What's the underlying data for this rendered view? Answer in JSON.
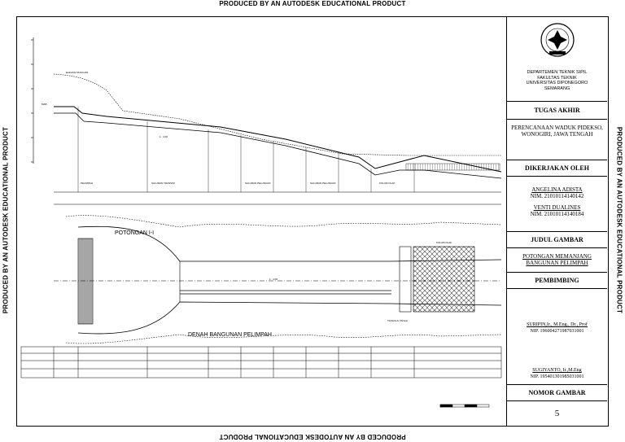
{
  "watermark": "PRODUCED BY AN AUTODESK EDUCATIONAL PRODUCT",
  "drawing": {
    "section_title": "POTONGAN I-I",
    "plan_title": "DENAH BANGUNAN PELIMPAH",
    "profile_labels": [
      "ELEVASI MUKA AIR",
      "MAB",
      "SALURAN TRANSISI",
      "SALURAN PELUNCUR",
      "SALURAN PELUNCUR",
      "KOLAM OLAK",
      "PELIMPAH"
    ],
    "slope_labels": [
      "1 : 4,00",
      "1 : 4,00"
    ],
    "plan_labels": [
      "KOLAM OLAK",
      "TANGGUL TANAH"
    ]
  },
  "title_block": {
    "institution": [
      "DEPARTEMEN TEKNIK SIPIL",
      "FAKULTAS TEKNIK",
      "UNIVERSITAS DIPONEGORO",
      "SEMARANG"
    ],
    "logo_text": "SEMARANG",
    "tugas_akhir_label": "TUGAS AKHIR",
    "project_title": [
      "PERENCANAAN WADUK PIDEKSO,",
      "WONOGIRI, JAWA TENGAH"
    ],
    "dikerjakan_label": "DIKERJAKAN OLEH",
    "authors": [
      {
        "name": "ANGELINA ADISTA",
        "nim": "NIM. 21010114140142"
      },
      {
        "name": "VENTI DUALINES",
        "nim": "NIM. 21010114140184"
      }
    ],
    "judul_label": "JUDUL GAMBAR",
    "drawing_title": [
      "POTONGAN MEMANJANG",
      "BANGUNAN PELIMPAH"
    ],
    "pembimbing_label": "PEMBIMBING",
    "advisors": [
      {
        "name": "SURIPIN,Ir., M.Eng., Dr., Prof",
        "nip": "NIP. 196004271987031001"
      },
      {
        "name": "SUGIYANTO, Ir.,M.Eng",
        "nip": "NIP. 195401301985031001"
      }
    ],
    "nomor_label": "NOMOR GAMBAR",
    "sheet_number": "5"
  }
}
